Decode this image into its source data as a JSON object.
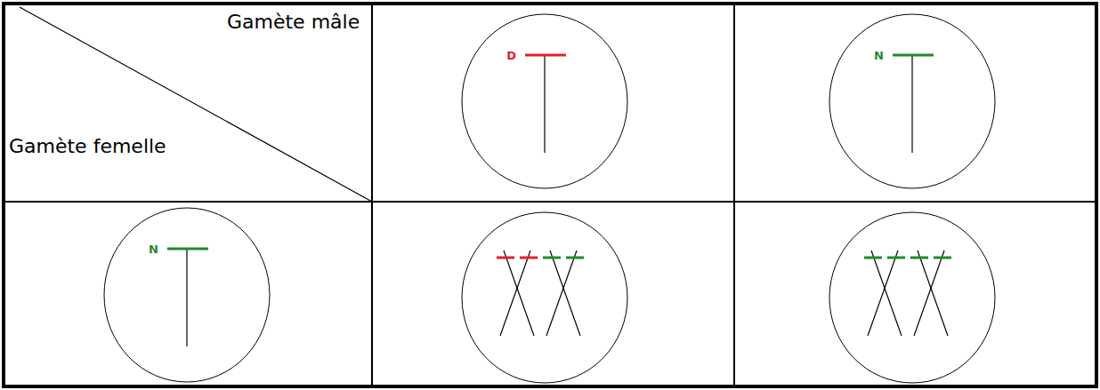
{
  "diagram": {
    "nodes": [
      {
        "text": [
          "D"
        ]
      },
      {
        "text": [
          "N"
        ]
      },
      {
        "text": [
          "N"
        ]
      }
    ],
    "labels": [
      "Gamète mâle",
      "Gamète femelle"
    ]
  }
}
